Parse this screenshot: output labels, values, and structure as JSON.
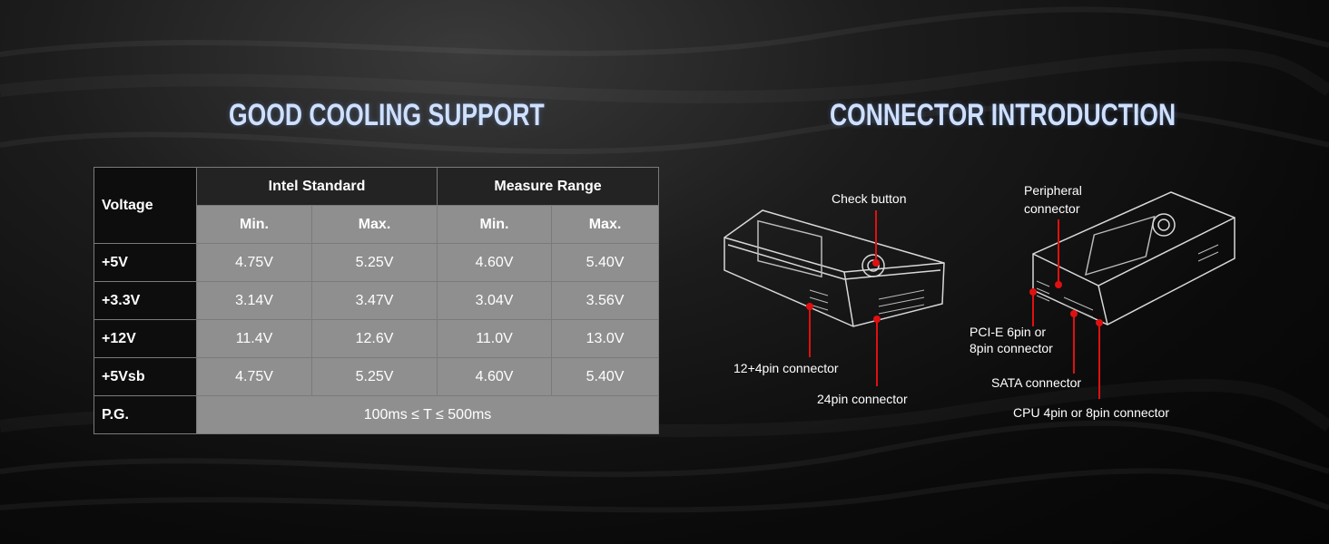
{
  "left": {
    "title": "GOOD COOLING SUPPORT",
    "table": {
      "voltage_header": "Voltage",
      "groups": [
        "Intel Standard",
        "Measure Range"
      ],
      "subheaders": [
        "Min.",
        "Max.",
        "Min.",
        "Max."
      ],
      "rows": [
        {
          "label": "+5V",
          "values": [
            "4.75V",
            "5.25V",
            "4.60V",
            "5.40V"
          ]
        },
        {
          "label": "+3.3V",
          "values": [
            "3.14V",
            "3.47V",
            "3.04V",
            "3.56V"
          ]
        },
        {
          "label": "+12V",
          "values": [
            "11.4V",
            "12.6V",
            "11.0V",
            "13.0V"
          ]
        },
        {
          "label": "+5Vsb",
          "values": [
            "4.75V",
            "5.25V",
            "4.60V",
            "5.40V"
          ]
        }
      ],
      "pg": {
        "label": "P.G.",
        "value": "100ms ≤ T ≤ 500ms"
      }
    }
  },
  "right": {
    "title": "CONNECTOR INTRODUCTION",
    "labels": {
      "check_button": "Check button",
      "c12_4pin": "12+4pin connector",
      "c24pin": "24pin connector",
      "peripheral_1": "Peripheral",
      "peripheral_2": "connector",
      "pcie_1": "PCI-E 6pin or",
      "pcie_2": "8pin connector",
      "sata": "SATA connector",
      "cpu": "CPU 4pin or 8pin connector"
    }
  },
  "colors": {
    "accent_red": "#e01010",
    "heading": "#cfe0ff"
  }
}
